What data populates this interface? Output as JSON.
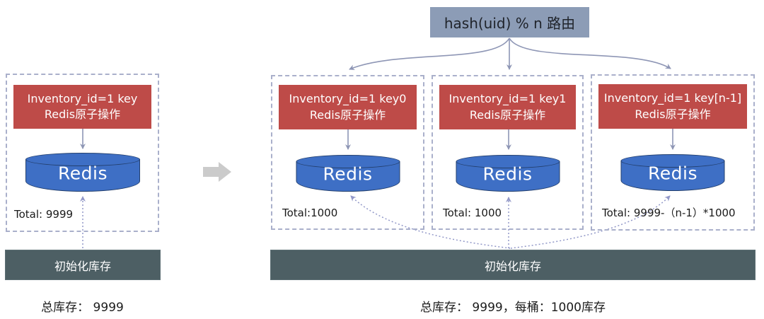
{
  "left_panel": {
    "op_box": {
      "line1": "Inventory_id=1 key",
      "line2": "Redis原子操作"
    },
    "db_label": "Redis",
    "total": "Total: 9999",
    "init_bar": "初始化库存",
    "caption": "总库存： 9999"
  },
  "right_panel": {
    "router_label": "hash(uid) % n 路由",
    "shards": [
      {
        "op_line1": "Inventory_id=1 key0",
        "op_line2": "Redis原子操作",
        "db_label": "Redis",
        "total": "Total:1000"
      },
      {
        "op_line1": "Inventory_id=1 key1",
        "op_line2": "Redis原子操作",
        "db_label": "Redis",
        "total": "Total: 1000"
      },
      {
        "op_line1": "Inventory_id=1 key[n-1]",
        "op_line2": "Redis原子操作",
        "db_label": "Redis",
        "total": "Total: 9999-（n-1）*1000"
      }
    ],
    "init_bar": "初始化库存",
    "caption": "总库存： 9999，每桶：1000库存"
  },
  "colors": {
    "op_box_red": "#be4b48",
    "redis_blue": "#3e6fc5",
    "init_bar_slate": "#4d5f64",
    "router_blue_gray": "#8c9cb6",
    "connector": "#8e96b5",
    "dotted_connector": "#9298c8",
    "dashed_border": "#aab0cb",
    "transform_arrow_gray": "#cbcbcb"
  }
}
